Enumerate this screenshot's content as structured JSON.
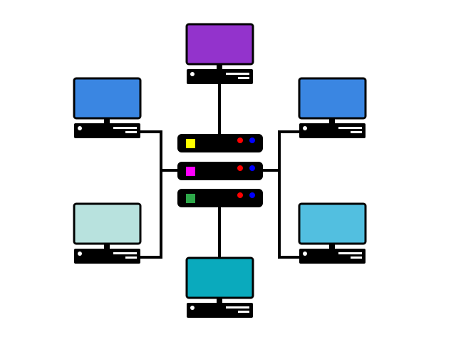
{
  "diagram": {
    "background": "#ffffff",
    "line_color": "#000000",
    "computers": [
      {
        "id": "top",
        "screen_color": "#9333CC"
      },
      {
        "id": "upper-left",
        "screen_color": "#3A86E2"
      },
      {
        "id": "upper-right",
        "screen_color": "#3A86E2"
      },
      {
        "id": "lower-left",
        "screen_color": "#B8E2DE"
      },
      {
        "id": "lower-right",
        "screen_color": "#52BFE0"
      },
      {
        "id": "bottom",
        "screen_color": "#0AAABD"
      }
    ],
    "server_units": [
      {
        "id": "unit-1",
        "status_color": "#FFFF00",
        "led_colors": [
          "#FF0000",
          "#0000FF"
        ]
      },
      {
        "id": "unit-2",
        "status_color": "#FF00FF",
        "led_colors": [
          "#FF0000",
          "#0000FF"
        ]
      },
      {
        "id": "unit-3",
        "status_color": "#2EA84A",
        "led_colors": [
          "#FF0000",
          "#0000FF"
        ]
      }
    ]
  }
}
